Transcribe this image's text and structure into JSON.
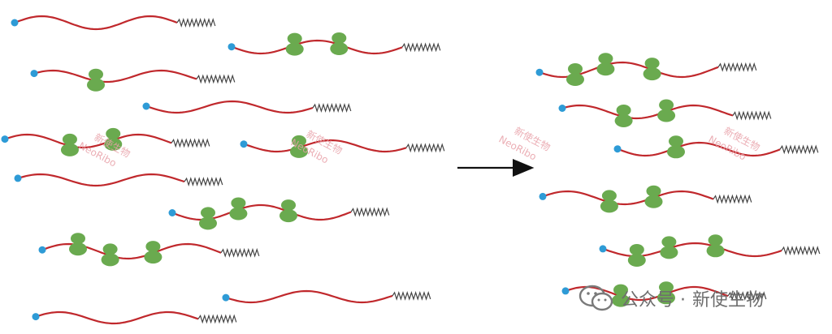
{
  "watermark": {
    "cn": "新使生物",
    "en": "NeoRibo"
  },
  "footer": {
    "prefix": "公众号 ·",
    "account": "新使生物"
  },
  "colors": {
    "mrna": "#c0282c",
    "cap": "#2e9bd6",
    "ribosome": "#6aaa4f",
    "polyA": "#444444",
    "arrow": "#111111"
  },
  "left_panel_ribosome_counts": [
    0,
    2,
    1,
    0,
    2,
    1,
    0,
    3,
    3,
    0,
    0
  ],
  "right_panel_ribosome_counts": [
    3,
    2,
    1,
    2,
    3,
    2
  ]
}
